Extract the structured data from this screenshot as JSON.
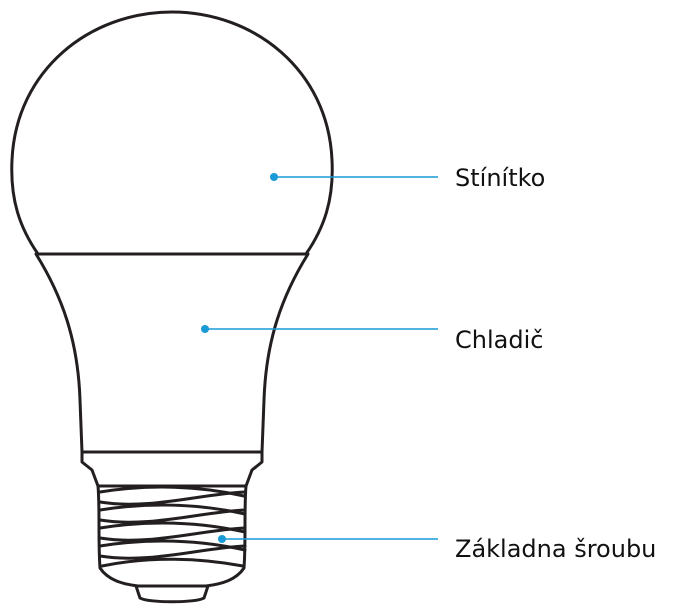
{
  "diagram": {
    "labels": {
      "shade": "Stínítko",
      "heatsink": "Chladič",
      "screw_base": "Základna šroubu"
    },
    "colors": {
      "leader": "#1a9ad6",
      "outline": "#231f20",
      "text": "#111111"
    }
  }
}
